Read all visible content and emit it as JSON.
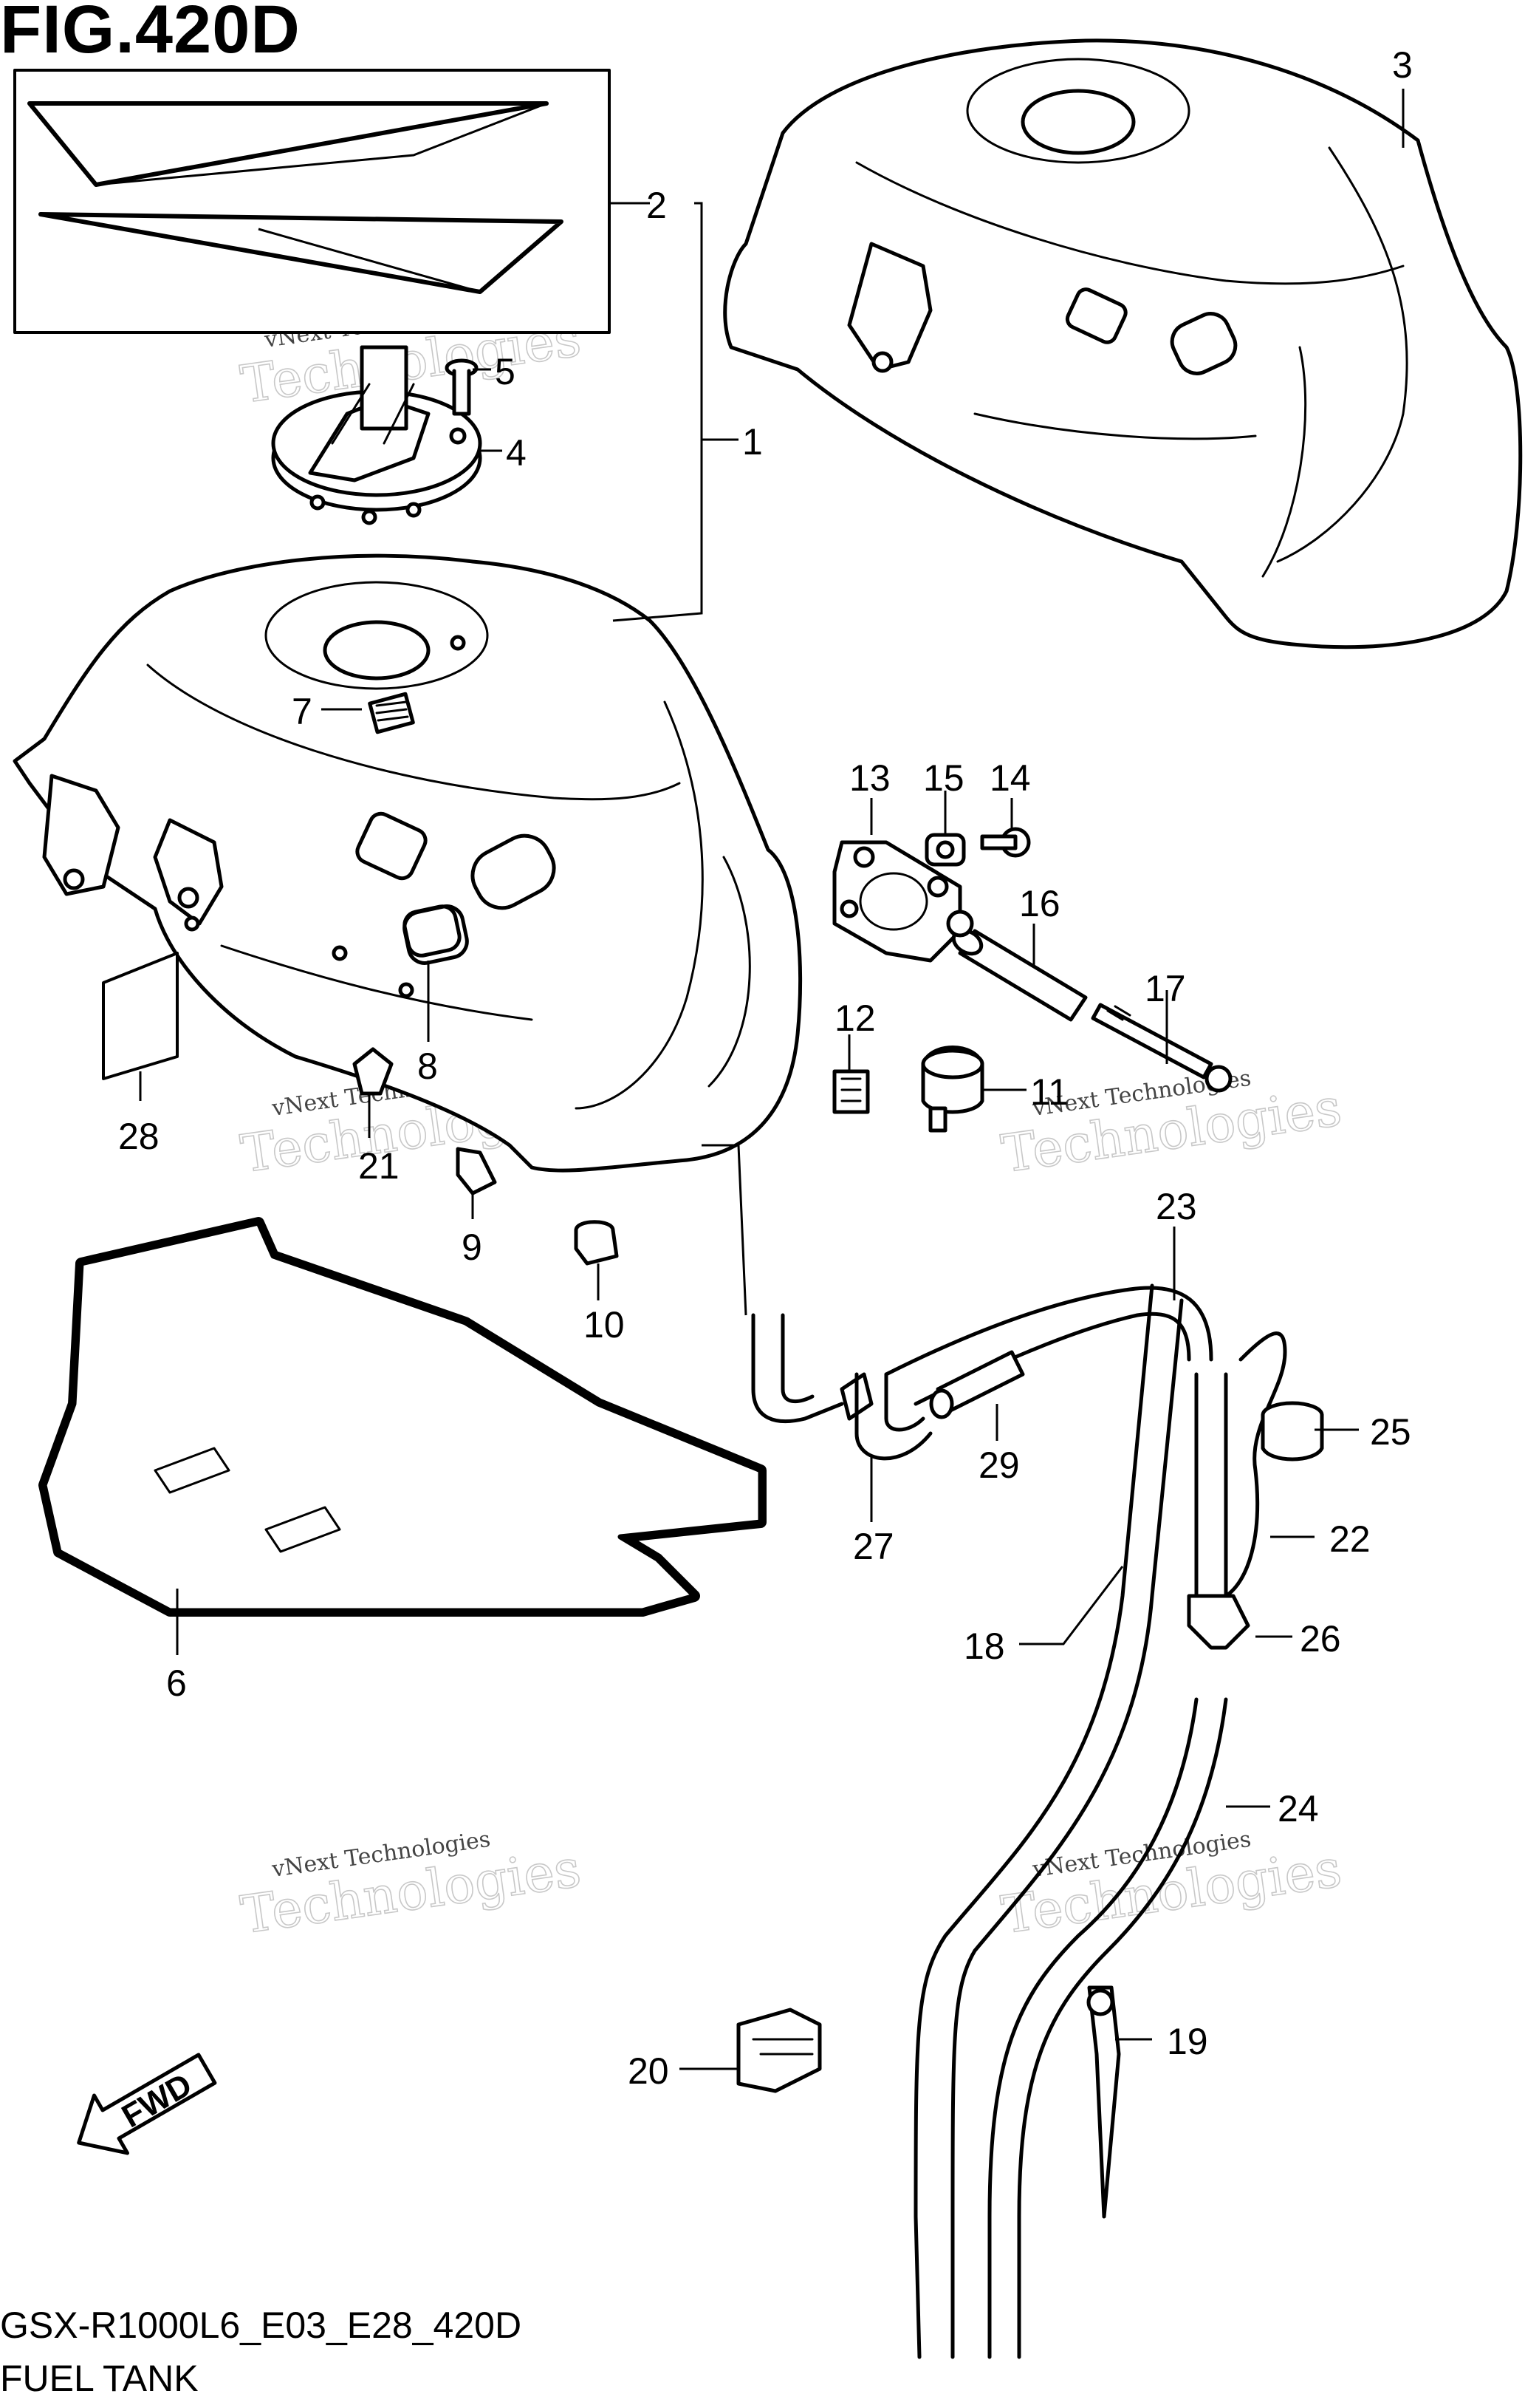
{
  "figure": {
    "title": "FIG.420D",
    "code": "GSX-R1000L6_E03_E28_420D",
    "name": "FUEL TANK"
  },
  "watermark": {
    "line1": "vNext Technologies",
    "line2": "vNext",
    "line3": "Technologies"
  },
  "fwd_label": "FWD",
  "callouts": [
    "1",
    "2",
    "3",
    "4",
    "5",
    "6",
    "7",
    "8",
    "9",
    "10",
    "11",
    "12",
    "13",
    "14",
    "15",
    "16",
    "17",
    "18",
    "19",
    "20",
    "21",
    "22",
    "23",
    "24",
    "25",
    "26",
    "27",
    "28",
    "29"
  ]
}
